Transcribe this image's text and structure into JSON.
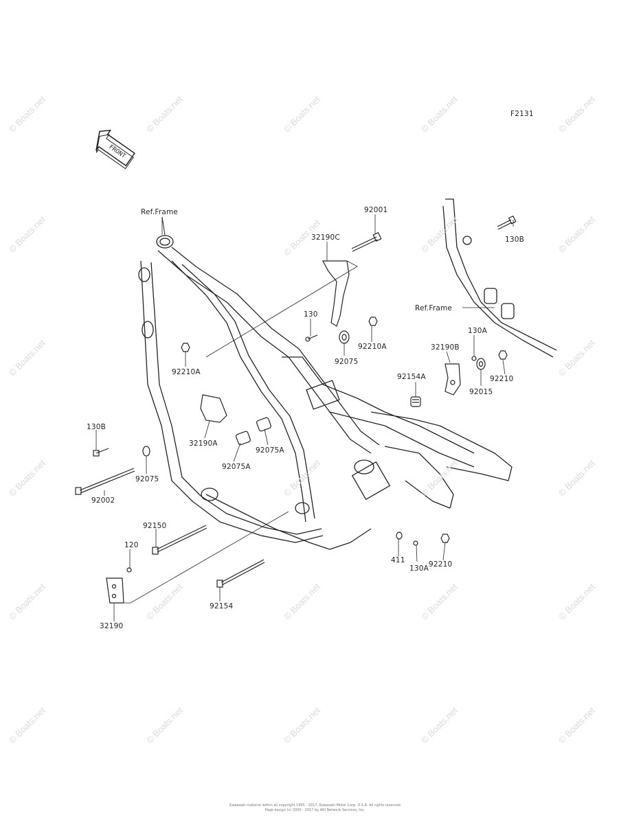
{
  "figure_code": "F2131",
  "front_arrow_label": "FRONT",
  "watermark_text": "© Boats.net",
  "ref_frame_label": "Ref.Frame",
  "labels": {
    "p92001": "92001",
    "p32190C": "32190C",
    "p130B_right": "130B",
    "p130": "130",
    "p92210A_mid": "92210A",
    "p92075_mid": "92075",
    "p130A_top": "130A",
    "p32190B": "32190B",
    "p92210_right": "92210",
    "p92015": "92015",
    "p92154A": "92154A",
    "p92210A_left": "92210A",
    "p130B_left": "130B",
    "p32190A": "32190A",
    "p92075A_a": "92075A",
    "p92075A_b": "92075A",
    "p92075_left": "92075",
    "p92002": "92002",
    "p92150": "92150",
    "p120": "120",
    "p411": "411",
    "p130A_bottom": "130A",
    "p92210_bottom": "92210",
    "p92154": "92154",
    "p32190": "32190"
  },
  "footer": {
    "line1": "Kawasaki material within all copyright 1995 - 2017, Kawasaki Motor Corp. U.S.A. All rights reserved",
    "line2": "Page design (c) 2000 - 2017 by ARI Network Services, Inc."
  }
}
